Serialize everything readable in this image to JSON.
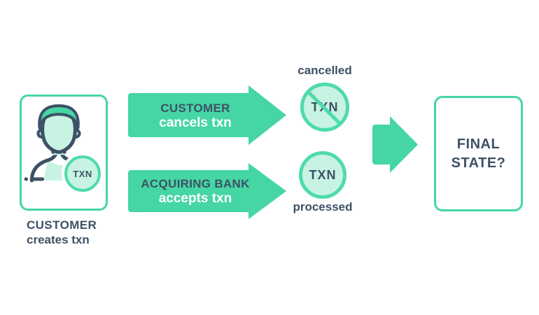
{
  "colors": {
    "green": "#45d6a4",
    "green_light": "#4edbaa",
    "mint": "#c8f3e2",
    "navy": "#3d5166",
    "white": "#ffffff"
  },
  "customer": {
    "badge": "TXN",
    "title": "CUSTOMER",
    "subtitle": "creates txn"
  },
  "arrows": [
    {
      "line1": "CUSTOMER",
      "line2": "cancels txn"
    },
    {
      "line1": "ACQUIRING BANK",
      "line2": "accepts txn"
    }
  ],
  "outcomes": [
    {
      "label": "cancelled",
      "badge": "TXN",
      "state": "cancelled"
    },
    {
      "label": "processed",
      "badge": "TXN",
      "state": "processed"
    }
  ],
  "final_state": {
    "line1": "FINAL",
    "line2": "STATE?"
  }
}
